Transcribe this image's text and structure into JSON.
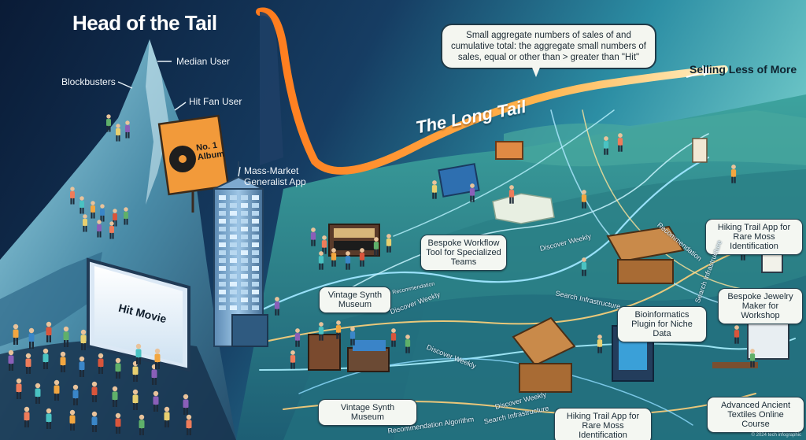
{
  "title": "Head of the Tail",
  "head_labels": {
    "median_user": "Median User",
    "blockbusters": "Blockbusters",
    "hit_fan_user": "Hit Fan User",
    "mass_market": "Mass-Market Generalist App",
    "no1_album": "No. 1 Album",
    "hit_movie": "Hit Movie"
  },
  "long_tail": {
    "label": "The Long Tail",
    "selling": "Selling Less of More",
    "bubble": "Small aggregate numbers of sales of and cumulative total: the aggregate small numbers of sales, equal or other than > greater than \"Hit\""
  },
  "niche_labels": {
    "bespoke_workflow": "Bespoke Workflow Tool for Specialized Teams",
    "vintage_synth_1": "Vintage Synth Museum",
    "vintage_synth_2": "Vintage Synth Museum",
    "bioinformatics": "Bioinformatics Plugin for Niche Data",
    "hiking_1": "Hiking Trail App for Rare Moss Identification",
    "hiking_2": "Hiking Trail App for Rare Moss Identification",
    "jewelry": "Bespoke Jewelry Maker for Workshop",
    "textiles": "Advanced Ancient Textiles Online Course"
  },
  "route_labels": {
    "discover_weekly_1": "Discover Weekly",
    "discover_weekly_2": "Discover Weekly",
    "discover_weekly_3": "Discover Weekly",
    "discover_weekly_4": "Discover Weekly",
    "recommendation_1": "Recommendation",
    "recommendation_2": "Recommendation Algorithm",
    "recommendation_3": "Recommendation",
    "search_1": "Search Infrastructure",
    "search_2": "Search Infrastructure",
    "search_3": "Search Infrastructure"
  },
  "copyright": "© 2024 tech infographic",
  "colors": {
    "sky_dark": "#0b1f3a",
    "sky_light": "#2f8ea6",
    "mountain": "#4d8fa8",
    "tail_orange": "#ff9a3a",
    "terrain": "#2d8b8c",
    "trail": "#a8e8ff",
    "trail_warm": "#ffcf7a"
  }
}
